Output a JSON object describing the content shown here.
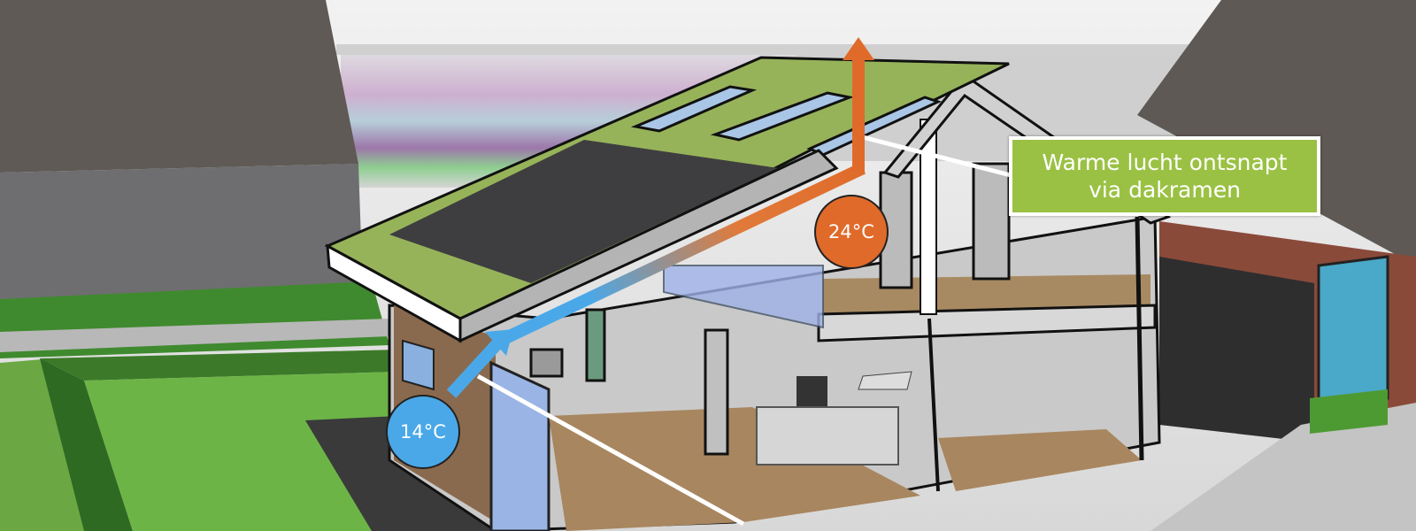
{
  "callout": {
    "line1": "Warme lucht ontsnapt",
    "line2": "via dakramen"
  },
  "temperatures": {
    "cold": "14°C",
    "warm": "24°C"
  },
  "colors": {
    "cold": "#4aa8e8",
    "warm": "#e06a2a",
    "callout": "#9ac143",
    "roof_green": "#97b35a"
  }
}
